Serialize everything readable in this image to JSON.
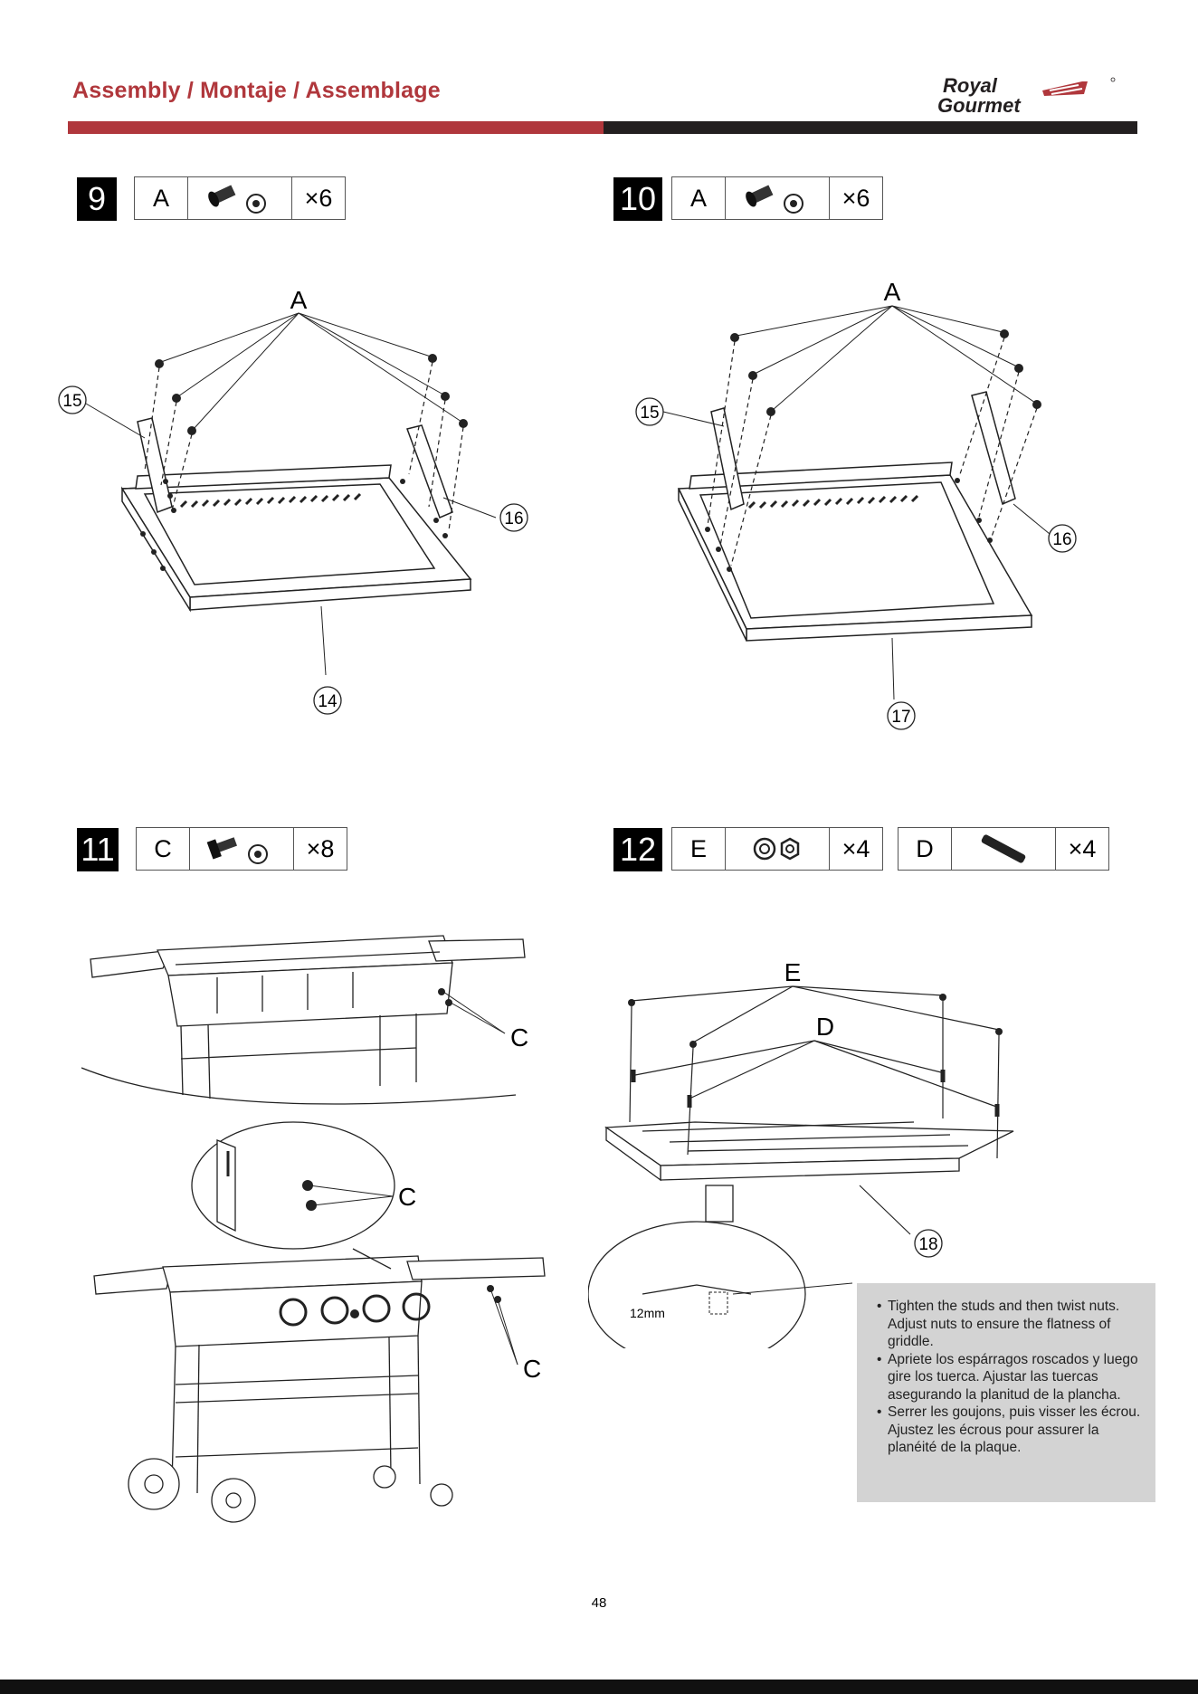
{
  "header": {
    "title": "Assembly / Montaje / Assemblage",
    "logo_line1": "Royal",
    "logo_line2": "Gourmet",
    "brand_color": "#b0373c",
    "dark_color": "#231f20"
  },
  "steps": [
    {
      "number": "9",
      "parts": [
        {
          "letter": "A",
          "icon": "screw-washer-icon",
          "qty": "×6"
        }
      ]
    },
    {
      "number": "10",
      "parts": [
        {
          "letter": "A",
          "icon": "screw-washer-icon",
          "qty": "×6"
        }
      ]
    },
    {
      "number": "11",
      "parts": [
        {
          "letter": "C",
          "icon": "bolt-washer-icon",
          "qty": "×8"
        }
      ]
    },
    {
      "number": "12",
      "parts": [
        {
          "letter": "E",
          "icon": "nut-washer-icon",
          "qty": "×4"
        },
        {
          "letter": "D",
          "icon": "stud-icon",
          "qty": "×4"
        }
      ]
    }
  ],
  "callouts": {
    "step9": {
      "screw_label": "A",
      "bracket_left": "15",
      "bracket_right": "16",
      "tray": "14"
    },
    "step10": {
      "screw_label": "A",
      "bracket_left": "15",
      "bracket_right": "16",
      "tray": "17"
    },
    "step11": {
      "bolt_label_top": "C",
      "bolt_label_zoom": "C",
      "bolt_label_bottom": "C"
    },
    "step12": {
      "nut_label": "E",
      "stud_label": "D",
      "griddle": "18",
      "measure": "12mm"
    }
  },
  "note": [
    "Tighten the studs and then twist nuts. Adjust nuts to ensure the flatness of griddle.",
    "Apriete los espárragos roscados y luego gire los tuerca. Ajustar las tuercas asegurando la planitud de la plancha.",
    "Serrer les goujons, puis visser les écrou. Ajustez les écrous pour assurer la planéité de la plaque."
  ],
  "page_number": "48"
}
